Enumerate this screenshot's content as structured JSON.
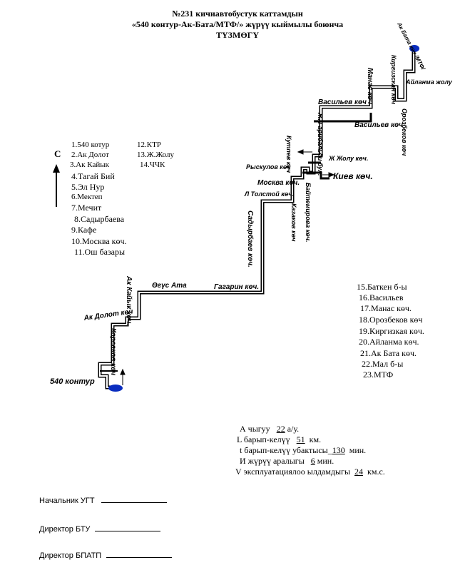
{
  "header": {
    "line1": "№231 кичиавтобустук каттамдын",
    "line2": "«540 контур-Ак-Бата/МТФ/» жүрүү кыймылы боюнча",
    "line3": "ТҮЗМӨГҮ"
  },
  "compass": {
    "label": "С"
  },
  "stops_left_col1": [
    "1.540 котур",
    "2.Ак Долот",
    "3.Ак Кайык",
    "4.Тагай Бий",
    "5.Эл Нур",
    "6.Мектеп",
    "7.Мечит",
    "8.Садырбаева",
    "9.Кафе",
    "10.Москва көч.",
    "11.Ош базары"
  ],
  "stops_left_col2": [
    "12.КТР",
    "13.Ж.Жолу",
    "14.ЧЧК"
  ],
  "stops_right": [
    "15.Баткен б-ы",
    "16.Васильев",
    "17.Манас көч.",
    "18.Орозбеков көч",
    "19.Киргизкая көч.",
    "20.Айланма көч.",
    "21.Ак Бата көч.",
    "22.Мал б-ы",
    "23.МТФ"
  ],
  "streets": {
    "kontur": "540 контур",
    "ak_dolot": "Ак Долот көч",
    "korsakov": "Корсаков көч",
    "ak_kaiyk": "Ак Кайык көч.",
    "ogus_ata": "Өгүс Ата",
    "gagarin": "Гагарин көч.",
    "sadyrbaev": "Садырбаев көч.",
    "tolstoy": "Л Толстой көч.",
    "moskva": "Москва көч.",
    "kazakov": "Казаков көч",
    "baitemirov": "Байтемирова көч.",
    "ryskulov": "Рыскулов көч",
    "kutpev": "Кутпев көч",
    "jzholu": "Ж Жолу көч.",
    "kiev": "Киев көч.",
    "garibaldi": "Ж. Гарибальди бул.",
    "vasilev1": "Васильев көч",
    "vasilev2": "Васильев көч",
    "manas": "Манас көч",
    "orozbekov": "Орозбеков көч",
    "kirgiz": "Киргизская көч",
    "ailanma": "Айланма жолу",
    "ak_bata": "Ак Бата көч /МТФ/"
  },
  "stats": {
    "a_label": "А чыгуу",
    "a_value": "22",
    "a_unit": "а/у.",
    "l_label": "L барып-келүү",
    "l_value": "51",
    "l_unit": "км.",
    "t_label": "t барып-келүү  убактысы",
    "t_value": "130",
    "t_unit": "мин.",
    "i_label": "И жүрүү аралыгы",
    "i_value": "6",
    "i_unit": "мин.",
    "v_label": "V эксплуатациялоо   ылдамдыгы",
    "v_value": "24",
    "v_unit": "км.с."
  },
  "signatures": [
    {
      "label": "Начальник УГТ"
    },
    {
      "label": "Директор  БТУ"
    },
    {
      "label": "Директор БПАТП"
    }
  ]
}
